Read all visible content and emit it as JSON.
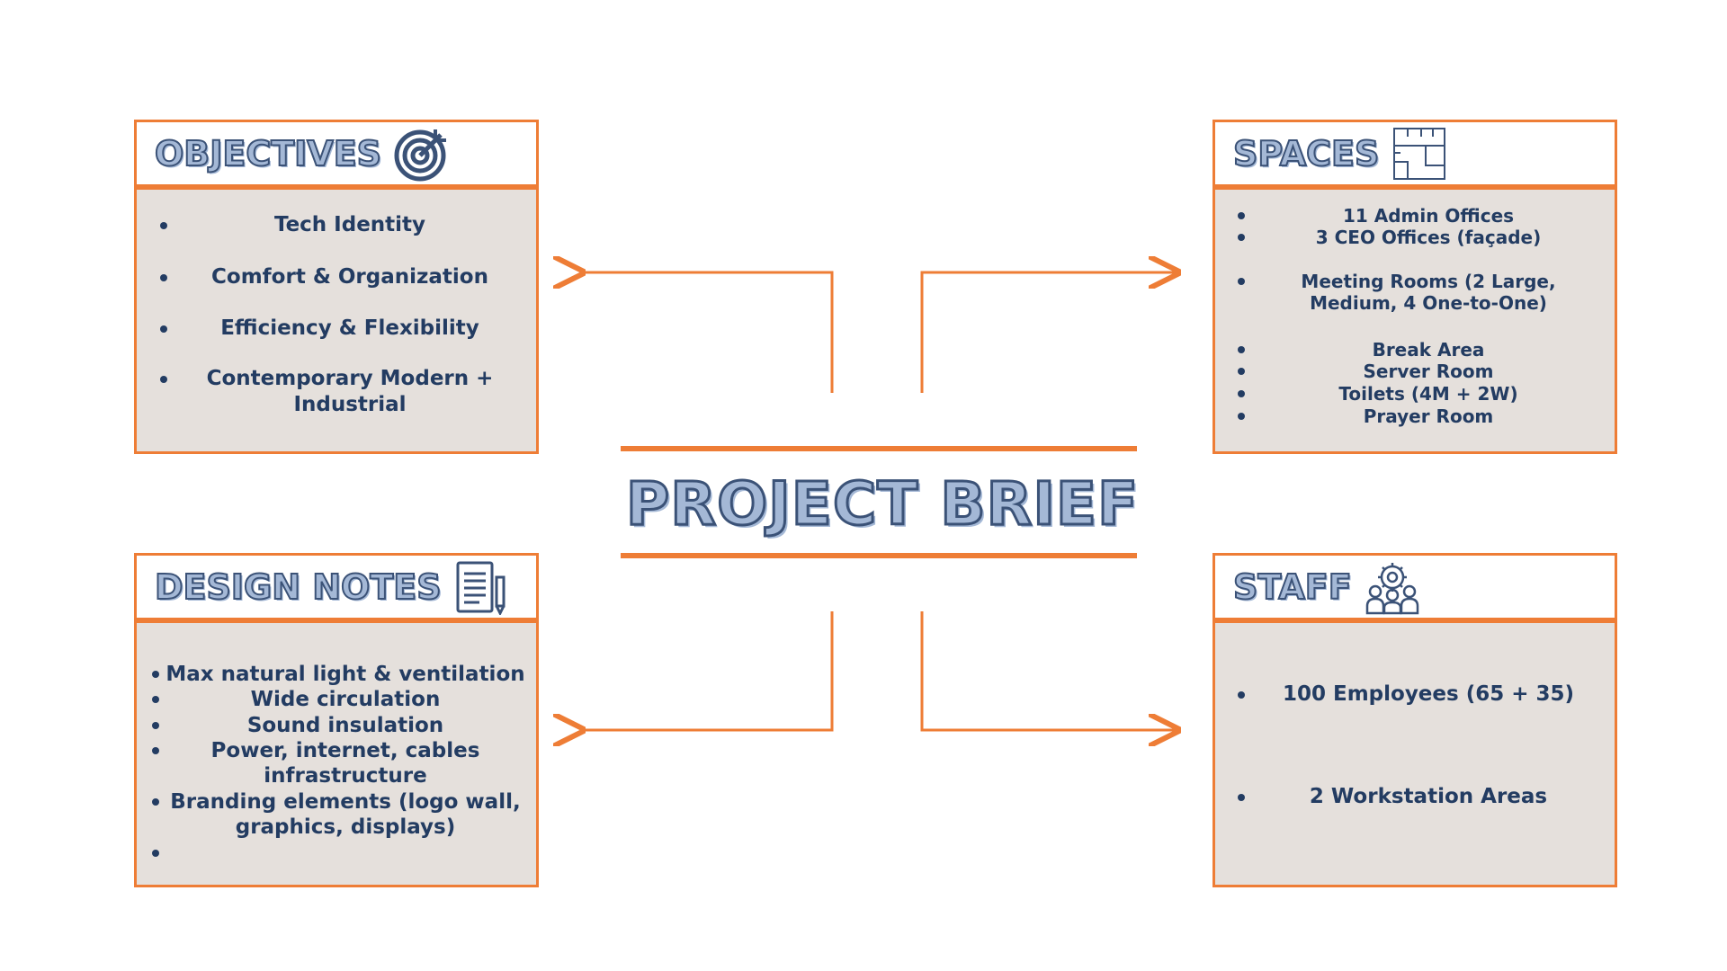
{
  "center": {
    "title": "PROJECT BRIEF"
  },
  "cards": {
    "objectives": {
      "title": "OBJECTIVES",
      "icon": "target-icon",
      "items": [
        [
          "Tech Identity"
        ],
        [
          "Comfort & Organization"
        ],
        [
          "Efficiency & Flexibility"
        ],
        [
          "Contemporary Modern +",
          "Industrial"
        ]
      ]
    },
    "spaces": {
      "title": "SPACES",
      "icon": "floor-plan-icon",
      "items": [
        [
          "11 Admin Offices"
        ],
        [
          "3 CEO Offices (façade)"
        ],
        [
          "Meeting Rooms (2 Large,",
          "Medium, 4 One-to-One)"
        ],
        [
          "Break Area"
        ],
        [
          "Server Room"
        ],
        [
          "Toilets (4M + 2W)"
        ],
        [
          "Prayer Room"
        ]
      ]
    },
    "design_notes": {
      "title": "DESIGN NOTES",
      "icon": "document-pencil-icon",
      "items": [
        [
          "Max natural light & ventilation"
        ],
        [
          "Wide circulation"
        ],
        [
          "Sound insulation"
        ],
        [
          "Power, internet, cables",
          "infrastructure"
        ],
        [
          "Branding elements (logo wall,",
          "graphics, displays)"
        ],
        [
          ""
        ]
      ]
    },
    "staff": {
      "title": "STAFF",
      "icon": "team-gear-icon",
      "items": [
        [
          "100 Employees (65 + 35)"
        ],
        [
          "2 Workstation Areas"
        ]
      ]
    }
  },
  "colors": {
    "accent": "#ee7d36",
    "text_dark": "#233c62",
    "title_fill": "#a4b8d6",
    "card_bg": "#e5e0dc"
  }
}
